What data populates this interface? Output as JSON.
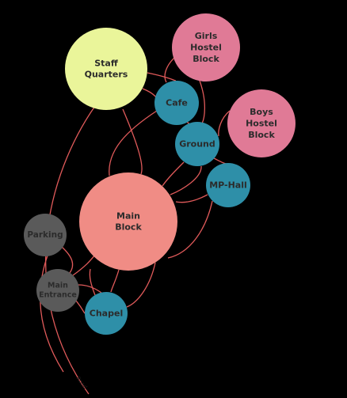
{
  "colors": {
    "background": "#000000",
    "edge": "#e05a5a",
    "label_text": "#2b2b2b"
  },
  "nodes": [
    {
      "id": "staff",
      "lines": [
        "Staff",
        "Quarters"
      ],
      "fill": "#eaf59a"
    },
    {
      "id": "girls",
      "lines": [
        "Girls",
        "Hostel",
        "Block"
      ],
      "fill": "#e07a96"
    },
    {
      "id": "cafe",
      "lines": [
        "Cafe"
      ],
      "fill": "#2e8fa8"
    },
    {
      "id": "boys",
      "lines": [
        "Boys",
        "Hostel",
        "Block"
      ],
      "fill": "#e07a96"
    },
    {
      "id": "ground",
      "lines": [
        "Ground"
      ],
      "fill": "#2e8fa8"
    },
    {
      "id": "mphall",
      "lines": [
        "MP-Hall"
      ],
      "fill": "#2e8fa8"
    },
    {
      "id": "main",
      "lines": [
        "Main",
        "Block"
      ],
      "fill": "#f08c85"
    },
    {
      "id": "parking",
      "lines": [
        "Parking"
      ],
      "fill": "#5a5a5a"
    },
    {
      "id": "entrance",
      "lines": [
        "Main",
        "Entrance"
      ],
      "fill": "#5a5a5a"
    },
    {
      "id": "chapel",
      "lines": [
        "Chapel"
      ],
      "fill": "#2e8fa8"
    }
  ],
  "road_label": "Road"
}
